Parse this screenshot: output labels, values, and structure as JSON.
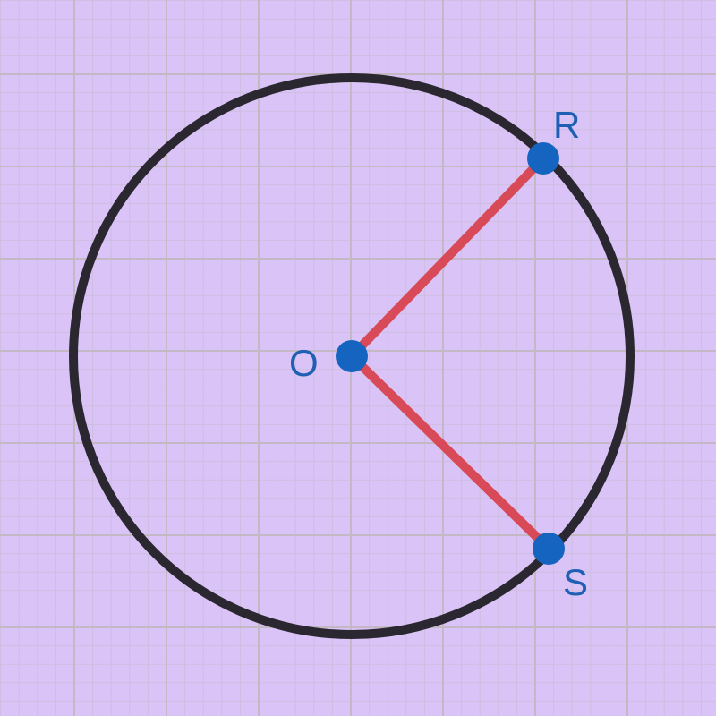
{
  "colors": {
    "background": "#dac4f7",
    "grid_minor": "#cfbde0",
    "grid_major": "#c3b8c4",
    "circle": "#2b2730",
    "radius": "#d84a57",
    "point": "#1565c0",
    "label": "#1f5fb4"
  },
  "points": {
    "center": {
      "name": "O"
    },
    "r": {
      "name": "R"
    },
    "s": {
      "name": "S"
    }
  }
}
